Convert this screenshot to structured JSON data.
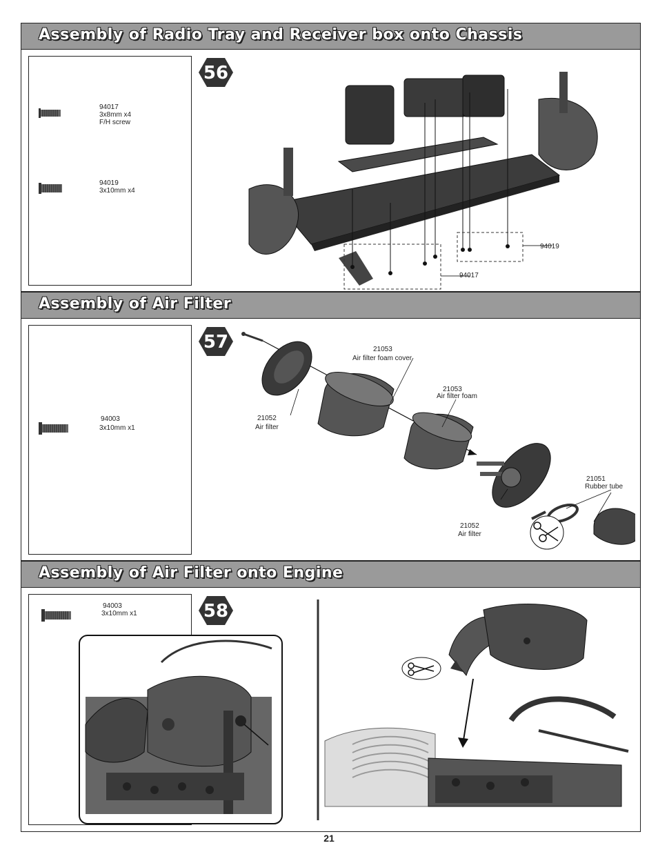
{
  "sections": [
    {
      "title": "Assembly of Radio Tray and Receiver box onto Chassis",
      "step": "56",
      "parts": [
        {
          "code": "94017",
          "desc": "3x8mm x4",
          "desc2": "F/H screw"
        },
        {
          "code": "94019",
          "desc": "3x10mm x4"
        }
      ],
      "callouts": [
        "94019",
        "94017"
      ]
    },
    {
      "title": "Assembly of Air Filter",
      "step": "57",
      "parts": [
        {
          "code": "94003",
          "desc": "3x10mm x1"
        }
      ],
      "callouts": [
        {
          "code": "21053",
          "desc": "Air filter foam cover"
        },
        {
          "code": "21053",
          "desc": "Air filter foam"
        },
        {
          "code": "21052",
          "desc": "Air filter"
        },
        {
          "code": "21051",
          "desc": "Rubber tube"
        },
        {
          "code": "21052",
          "desc": "Air filter"
        }
      ]
    },
    {
      "title": "Assembly of Air Filter onto Engine",
      "step": "58",
      "parts": [
        {
          "code": "94003",
          "desc": "3x10mm x1"
        }
      ]
    }
  ],
  "page_number": "21"
}
